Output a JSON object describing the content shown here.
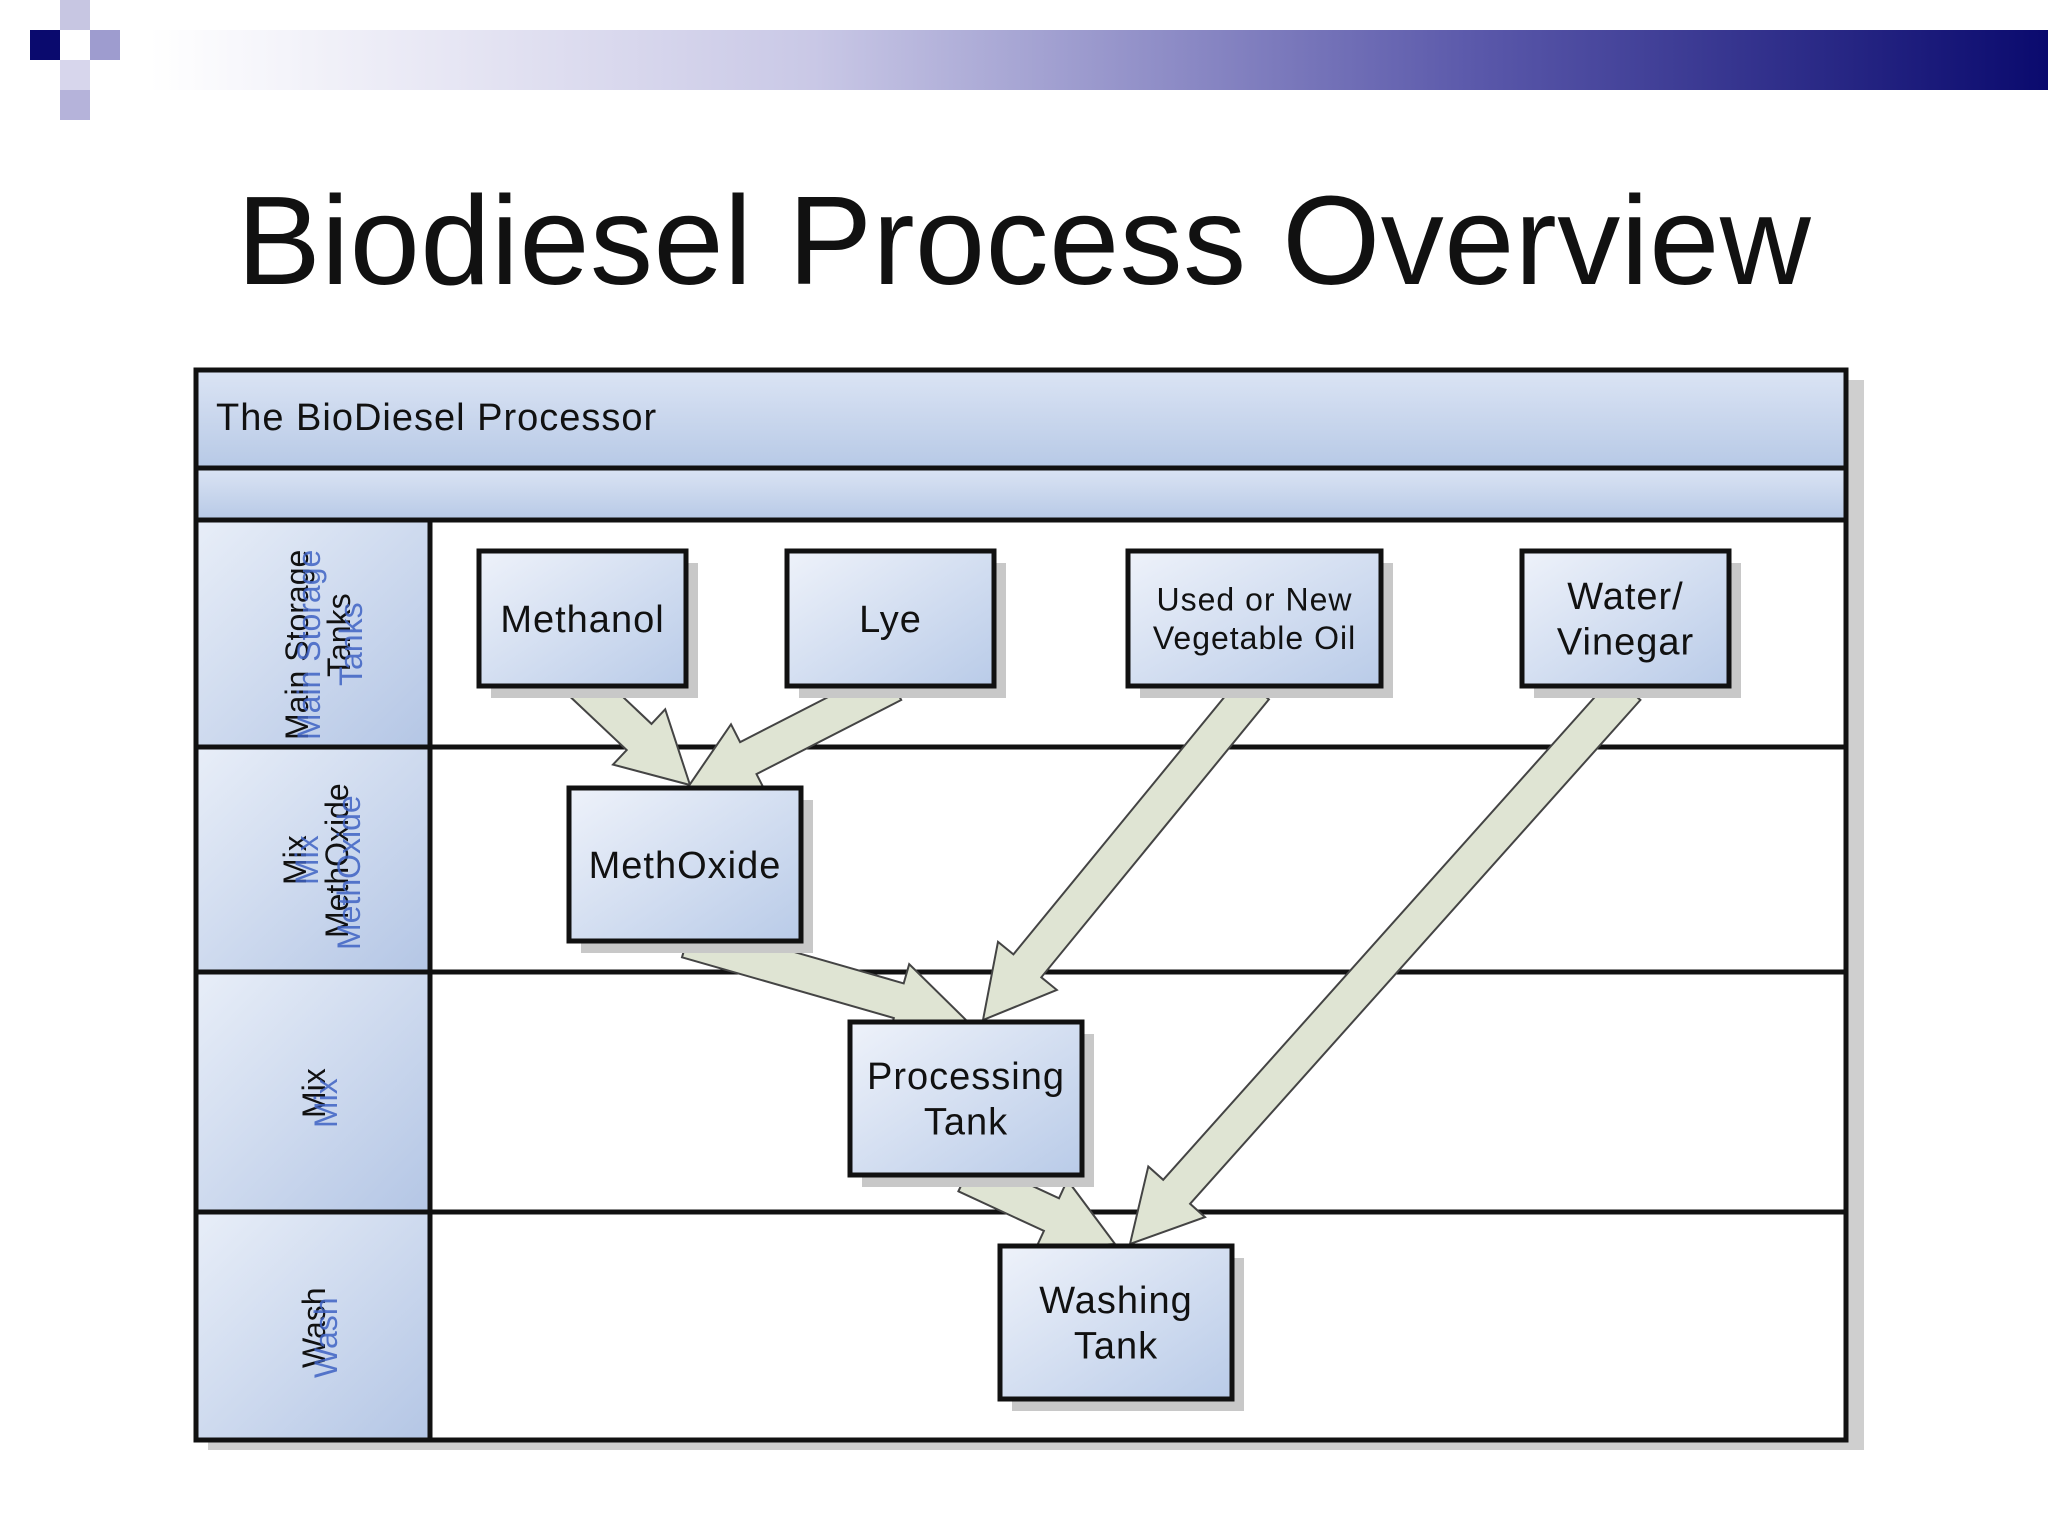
{
  "slide": {
    "title": "Biodiesel Process Overview"
  },
  "pool": {
    "title": "The BioDiesel Processor"
  },
  "lanes": [
    {
      "id": "storage",
      "label": "Main Storage Tanks"
    },
    {
      "id": "methoxide",
      "label": "Mix MethOxide"
    },
    {
      "id": "mix",
      "label": "Mix"
    },
    {
      "id": "wash",
      "label": "Wash"
    }
  ],
  "nodes": [
    {
      "id": "methanol",
      "lines": [
        "Methanol"
      ]
    },
    {
      "id": "lye",
      "lines": [
        "Lye"
      ]
    },
    {
      "id": "oil",
      "lines": [
        "Used or New",
        "Vegetable Oil"
      ]
    },
    {
      "id": "water",
      "lines": [
        "Water/",
        "Vinegar"
      ]
    },
    {
      "id": "methoxide",
      "lines": [
        "MethOxide"
      ]
    },
    {
      "id": "processing",
      "lines": [
        "Processing",
        "Tank"
      ]
    },
    {
      "id": "washing",
      "lines": [
        "Washing",
        "Tank"
      ]
    }
  ],
  "edges": [
    {
      "from": "methanol",
      "to": "methoxide"
    },
    {
      "from": "lye",
      "to": "methoxide"
    },
    {
      "from": "methoxide",
      "to": "processing"
    },
    {
      "from": "oil",
      "to": "processing"
    },
    {
      "from": "processing",
      "to": "washing"
    },
    {
      "from": "water",
      "to": "washing"
    }
  ],
  "colors": {
    "band_dark": "#0a0a6e",
    "band_light": "#ffffff",
    "lane_header_fill": "#c7d5ec",
    "node_fill": "#cbd8ee",
    "arrow_fill": "#dfe4d3",
    "arrow_stroke": "#444444",
    "label_ghost": "#3f63c4"
  }
}
